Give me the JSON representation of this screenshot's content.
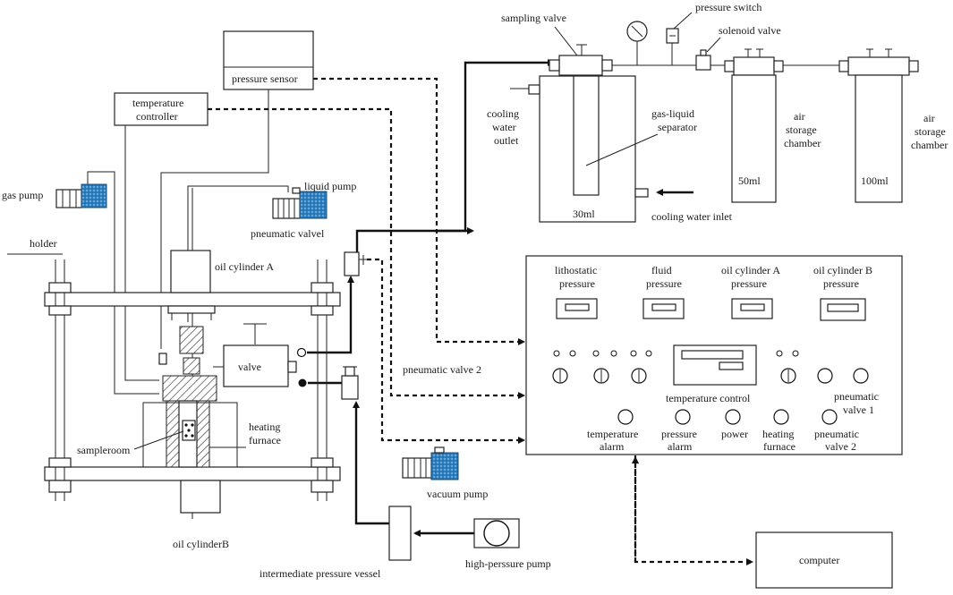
{
  "colors": {
    "line": "#111111",
    "pump_fill": "#2d7fc0",
    "background": "#ffffff"
  },
  "labels": {
    "sampling_valve": "sampling valve",
    "pressure_switch": "pressure switch",
    "solenoid_valve": "solenoid valve",
    "pressure_sensor": "pressure sensor",
    "temperature_controller_1": "temperature",
    "temperature_controller_2": "controller",
    "cooling_water_outlet_1": "cooling",
    "cooling_water_outlet_2": "water",
    "cooling_water_outlet_3": "outlet",
    "gas_liquid_separator_1": "gas-liquid",
    "gas_liquid_separator_2": "separator",
    "separator_volume": "30ml",
    "cooling_water_inlet": "cooling water inlet",
    "air_storage_1_a": "air",
    "air_storage_1_b": "storage",
    "air_storage_1_c": "chamber",
    "air_storage_1_volume": "50ml",
    "air_storage_2_a": "air",
    "air_storage_2_b": "storage",
    "air_storage_2_c": "chamber",
    "air_storage_2_volume": "100ml",
    "gas_pump": "gas pump",
    "liquid_pump": "liquid pump",
    "pneumatic_valvel": "pneumatic valvel",
    "holder": "holder",
    "oil_cylinder_a": "oil cylinder A",
    "valve": "valve",
    "pneumatic_valve_2": "pneumatic valve 2",
    "heating_furnace_1": "heating",
    "heating_furnace_2": "furnace",
    "sampleroom": "sampleroom",
    "vacuum_pump": "vacuum pump",
    "oil_cylinder_b": "oil cylinderB",
    "intermediate_pressure_vessel": "intermediate pressure vessel",
    "high_pressure_pump": "high-perssure pump",
    "computer": "computer"
  },
  "panel": {
    "gauges": [
      {
        "line1": "lithostatic",
        "line2": "pressure"
      },
      {
        "line1": "fluid",
        "line2": "pressure"
      },
      {
        "line1": "oil cylinder A",
        "line2": "pressure"
      },
      {
        "line1": "oil cylinder B",
        "line2": "pressure"
      }
    ],
    "temperature_control": "temperature control",
    "buttons": {
      "temperature_alarm_1": "temperature",
      "temperature_alarm_2": "alarm",
      "pressure_alarm_1": "pressure",
      "pressure_alarm_2": "alarm",
      "power": "power",
      "heating_furnace_1": "heating",
      "heating_furnace_2": "furnace",
      "pneumatic_valve_1_a": "pneumatic",
      "pneumatic_valve_1_b": "valve 1",
      "pneumatic_valve_2_a": "pneumatic",
      "pneumatic_valve_2_b": "valve 2"
    }
  }
}
